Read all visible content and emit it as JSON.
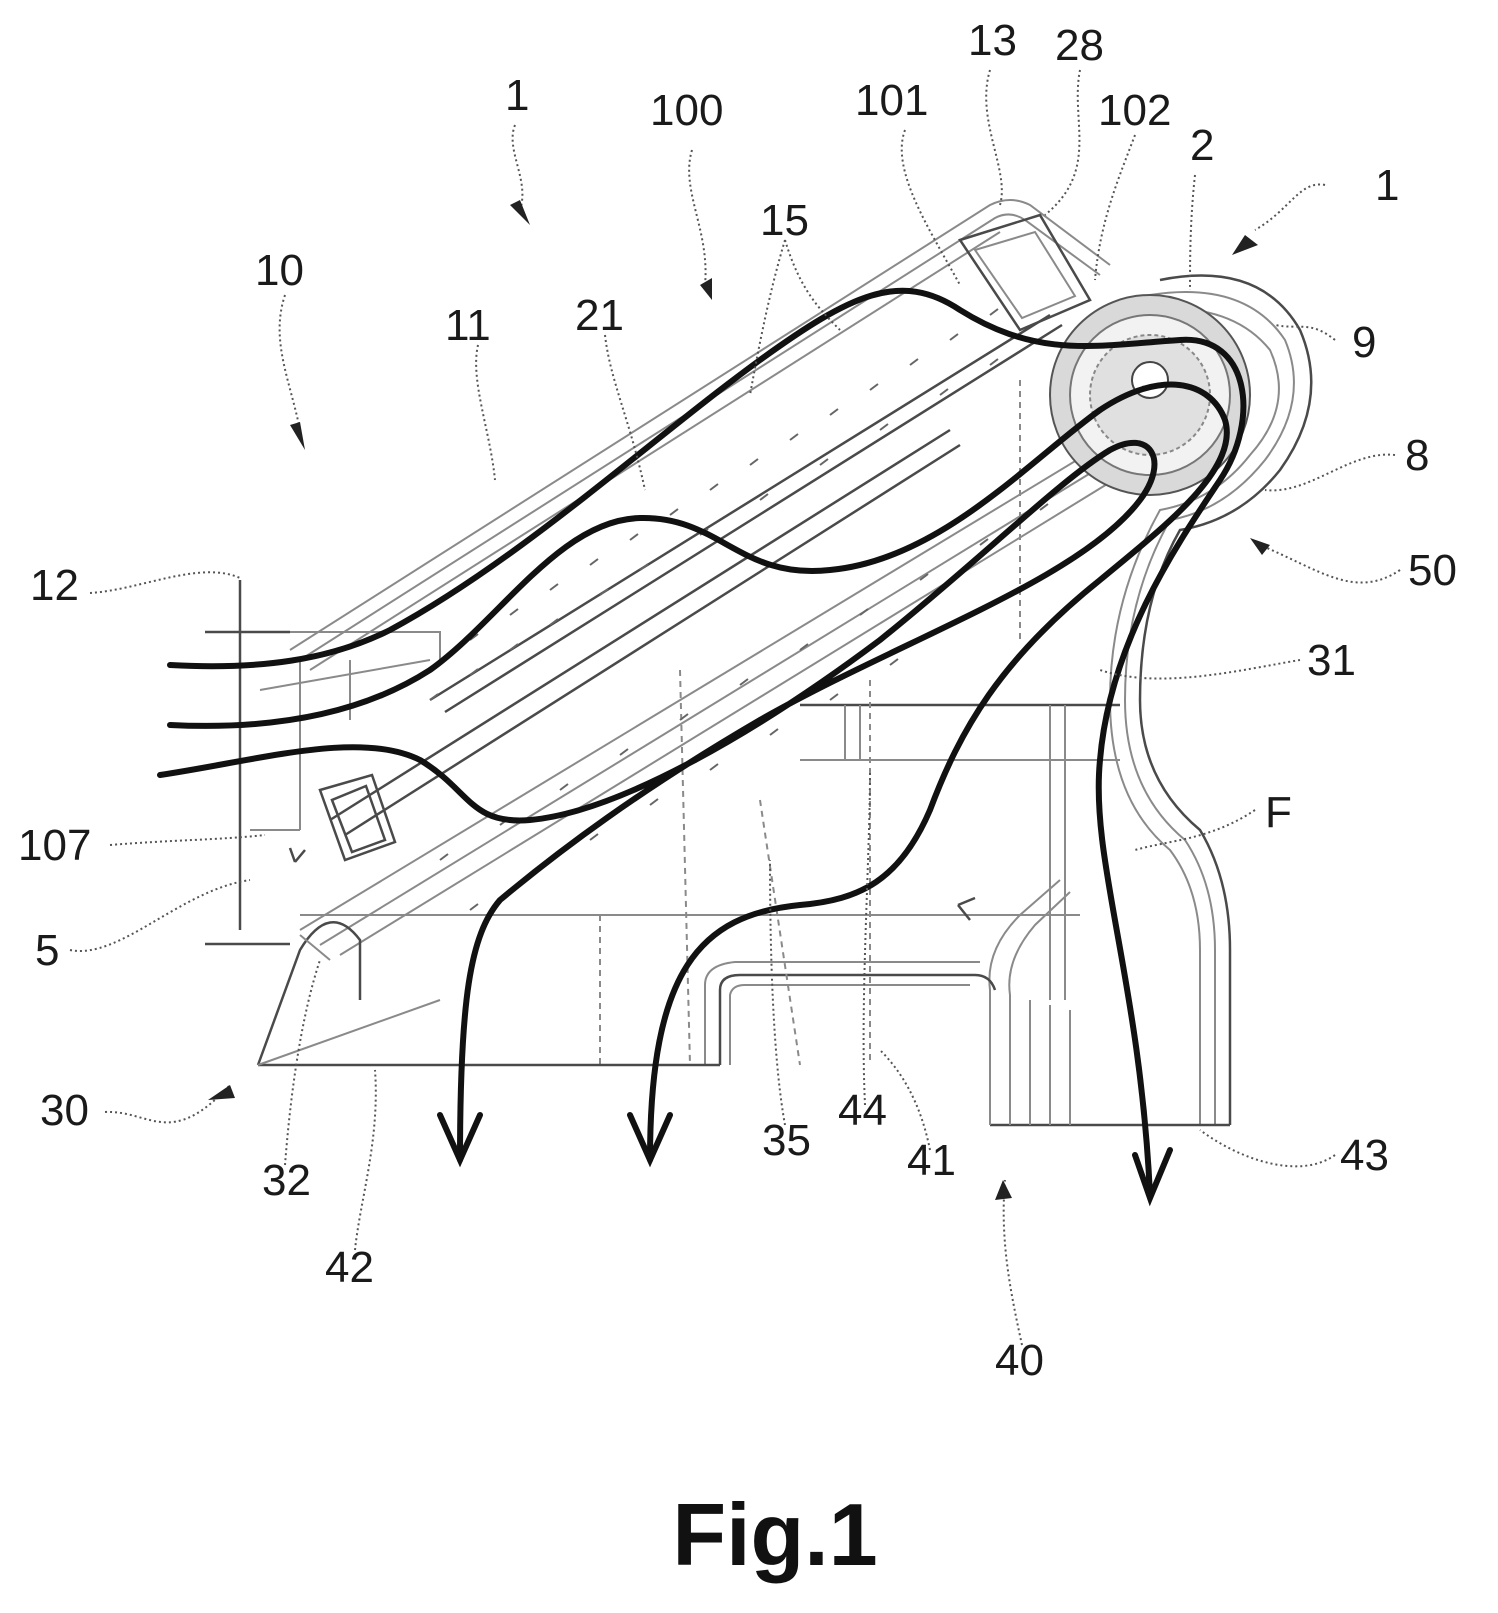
{
  "caption": "Fig.1",
  "reference_numerals": [
    "1",
    "1",
    "2",
    "5",
    "8",
    "9",
    "10",
    "11",
    "12",
    "13",
    "15",
    "21",
    "28",
    "30",
    "31",
    "32",
    "35",
    "40",
    "41",
    "42",
    "43",
    "44",
    "50",
    "100",
    "101",
    "102",
    "107",
    "F"
  ],
  "colors": {
    "ink": "#111111",
    "line": "#8a8a8a",
    "background": "#ffffff"
  }
}
